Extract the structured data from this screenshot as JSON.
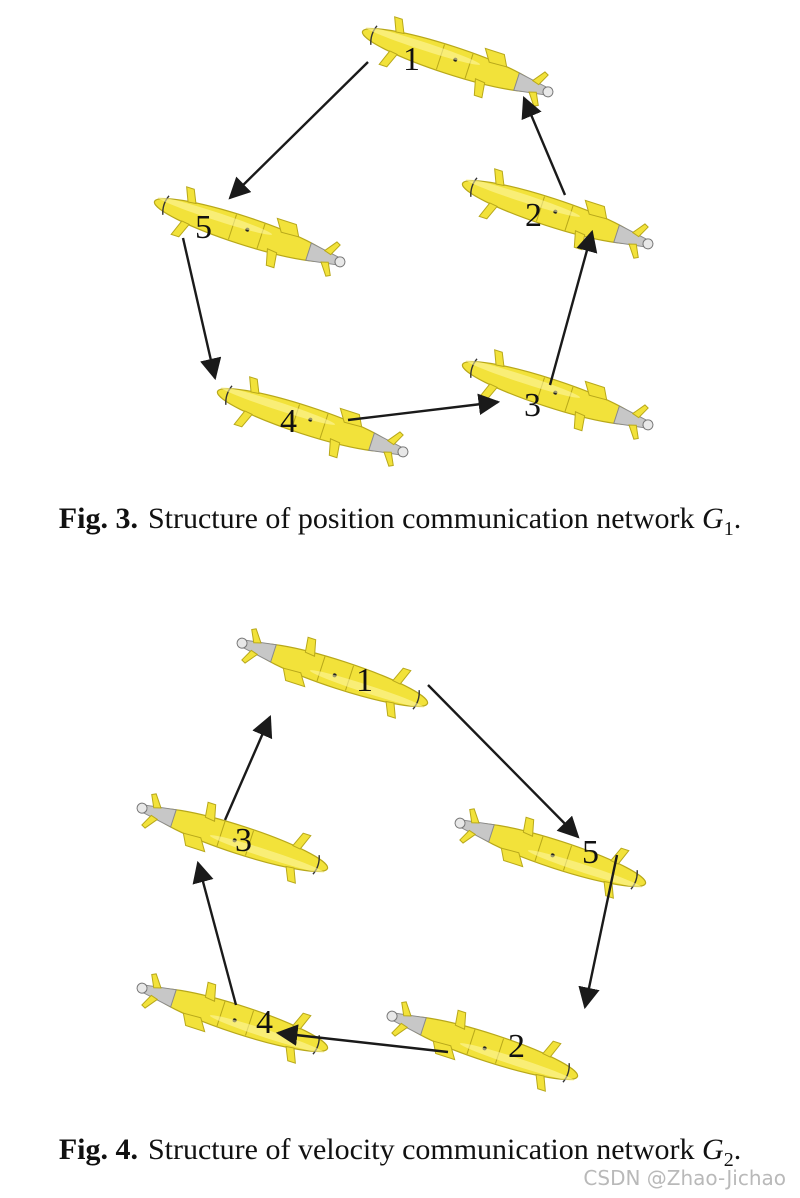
{
  "figure3": {
    "label": "Fig. 3.",
    "caption": "Structure of position communication network",
    "symbol": "G",
    "subscript": "1",
    "period": ".",
    "nodes": [
      "1",
      "2",
      "3",
      "4",
      "5"
    ]
  },
  "figure4": {
    "label": "Fig. 4.",
    "caption": "Structure of velocity communication network",
    "symbol": "G",
    "subscript": "2",
    "period": ".",
    "nodes": [
      "1",
      "2",
      "3",
      "4",
      "5"
    ]
  },
  "watermark": "CSDN @Zhao-Jichao",
  "colors": {
    "vehicle_body": "#f2e23a",
    "vehicle_shade": "#c9b820",
    "arrow": "#1a1a1a"
  }
}
